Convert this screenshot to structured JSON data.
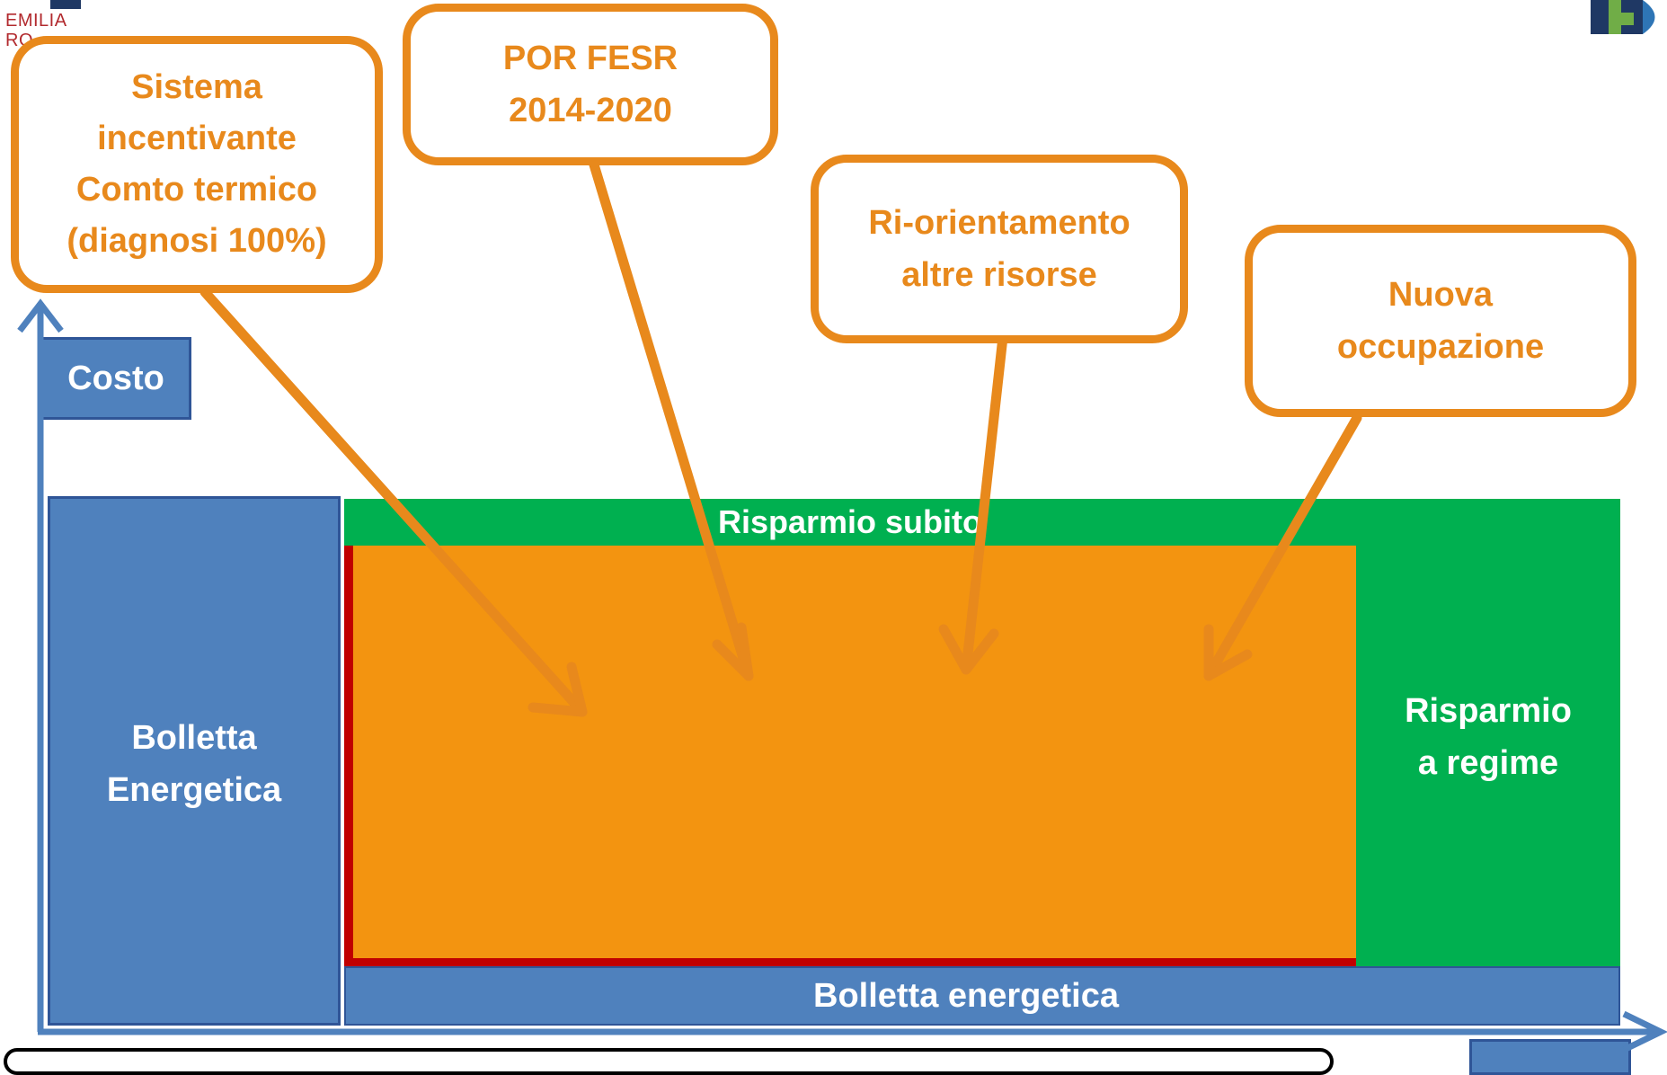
{
  "logo": {
    "line1": "EMILIA",
    "line2": "RO"
  },
  "callouts": {
    "incentive": [
      "Sistema",
      "incentivante",
      "Comto termico",
      "(diagnosi 100%)"
    ],
    "por_fesr": [
      "POR FESR",
      "2014-2020"
    ],
    "reorientation": [
      "Ri-orientamento",
      "altre risorse"
    ],
    "employment": [
      "Nuova",
      "occupazione"
    ]
  },
  "axis": {
    "y_label": "Costo"
  },
  "blocks": {
    "bill_before": [
      "Bolletta",
      "Energetica"
    ],
    "saving_immediate": "Risparmio subito",
    "saving_full": [
      "Risparmio",
      "a regime"
    ],
    "bill_after": "Bolletta energetica"
  },
  "colors": {
    "blue": "#4f81bd",
    "blue_dark": "#2f5597",
    "orange": "#f39410",
    "orange_line": "#e8891c",
    "green": "#00b050",
    "red": "#c00000",
    "navy": "#1f3864"
  }
}
